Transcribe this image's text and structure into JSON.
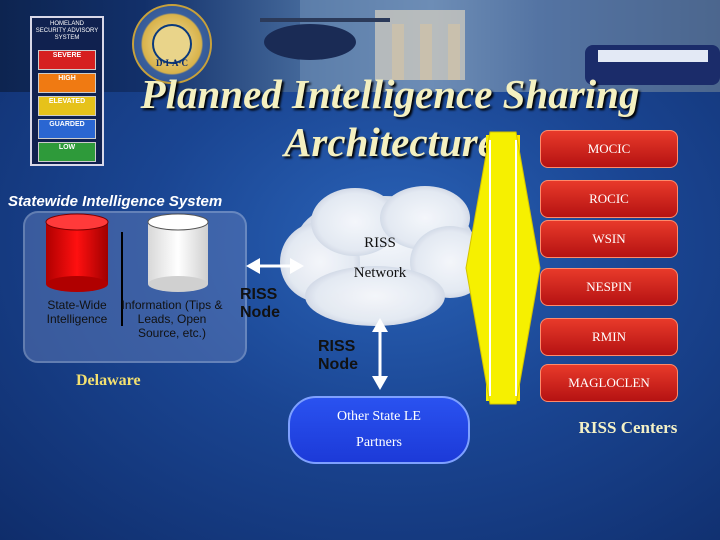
{
  "header": {
    "title_line1": "Planned Intelligence Sharing",
    "title_line2": "Architecture",
    "advisory": {
      "heading": "HOMELAND SECURITY ADVISORY SYSTEM",
      "levels": [
        {
          "name": "SEVERE",
          "color": "#d61f1f"
        },
        {
          "name": "HIGH",
          "color": "#f07a12"
        },
        {
          "name": "ELEVATED",
          "color": "#e6c21a"
        },
        {
          "name": "GUARDED",
          "color": "#2a66d2"
        },
        {
          "name": "LOW",
          "color": "#2e9a3a"
        }
      ]
    },
    "seal_text": "D·I·A·C"
  },
  "state": {
    "title": "Statewide Intelligence System",
    "cylinder1": "State-Wide Intelligence",
    "cylinder2": "Information (Tips & Leads, Open Source, etc.)",
    "name": "Delaware"
  },
  "network": {
    "cloud_label_line1": "RISS",
    "cloud_label_line2": "Network",
    "node_left": "RISS Node",
    "node_bottom": "RISS Node",
    "other_line1": "Other State LE",
    "other_line2": "Partners"
  },
  "riss_centers": {
    "items": [
      "MOCIC",
      "ROCIC",
      "WSIN",
      "NESPIN",
      "RMIN",
      "MAGLOCLEN"
    ],
    "label": "RISS Centers"
  },
  "colors": {
    "background": "#1a4592",
    "yellow": "#f6f000",
    "center_red": "#c91e16",
    "partner_blue": "#1c3ad8"
  }
}
